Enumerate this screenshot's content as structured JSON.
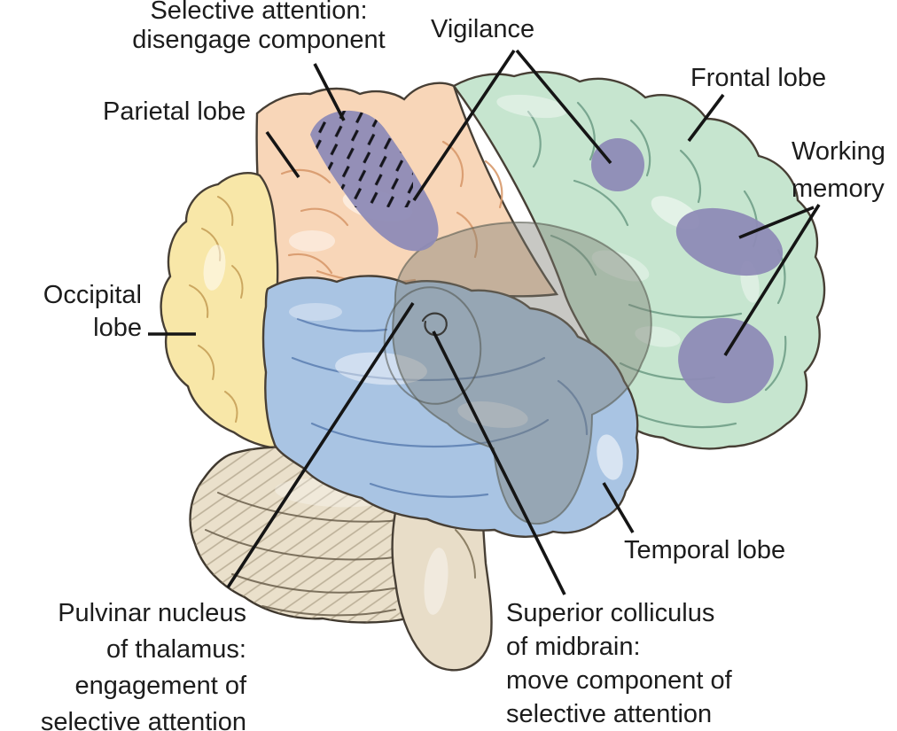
{
  "diagram": {
    "background": "#ffffff",
    "text_color": "#1c1c1c",
    "colors": {
      "frontal": "#c6e5cf",
      "parietal": "#f8d6b8",
      "occipital": "#f8e7a8",
      "temporal": "#a9c4e3",
      "cerebellum": "#eae0cb",
      "brainstem": "#e8ddc8",
      "attention_patch": "#8e8bb6",
      "deep_overlay": "#7b7d72",
      "outline": "#473f35",
      "leader_line": "#151515"
    },
    "labels": {
      "selective_attention": [
        "Selective attention:",
        "disengage component"
      ],
      "vigilance": "Vigilance",
      "frontal_lobe": "Frontal lobe",
      "working_memory": [
        "Working",
        "memory"
      ],
      "parietal_lobe": "Parietal lobe",
      "occipital_lobe": [
        "Occipital",
        "lobe"
      ],
      "temporal_lobe": "Temporal lobe",
      "pulvinar_nucleus": [
        "Pulvinar nucleus",
        "of thalamus:",
        "engagement of",
        "selective attention"
      ],
      "superior_colliculus": [
        "Superior colliculus",
        "of midbrain:",
        "move component of",
        "selective attention"
      ]
    }
  }
}
